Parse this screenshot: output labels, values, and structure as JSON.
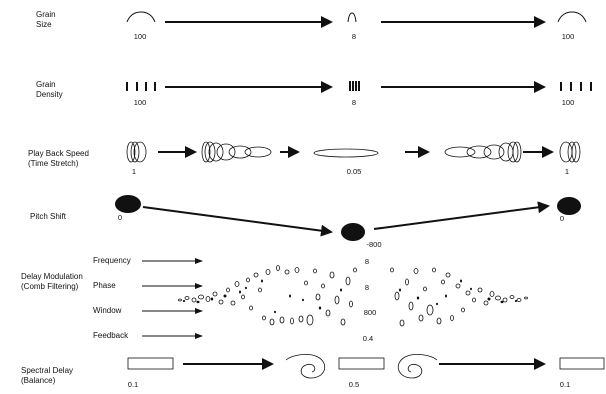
{
  "rows": {
    "grain_size": {
      "label": "Grain\nSize",
      "values": [
        "100",
        "8",
        "100"
      ]
    },
    "grain_density": {
      "label": "Grain\nDensity",
      "values": [
        "100",
        "8",
        "100"
      ]
    },
    "playback_speed": {
      "label": "Play Back Speed\n(Time Stretch)",
      "values": [
        "1",
        "0.05",
        "1"
      ]
    },
    "pitch_shift": {
      "label": "Pitch Shift",
      "values": [
        "0",
        "-800",
        "0"
      ]
    },
    "delay_modulation": {
      "label": "Delay Modulation\n(Comb Filtering)",
      "params": [
        "Frequency",
        "Phase",
        "Window",
        "Feedback"
      ],
      "values": [
        "8",
        "8",
        "800",
        "0.4"
      ]
    },
    "spectral_delay": {
      "label": "Spectral Delay\n(Balance)",
      "values": [
        "0.1",
        "0.5",
        "0.1"
      ]
    }
  }
}
